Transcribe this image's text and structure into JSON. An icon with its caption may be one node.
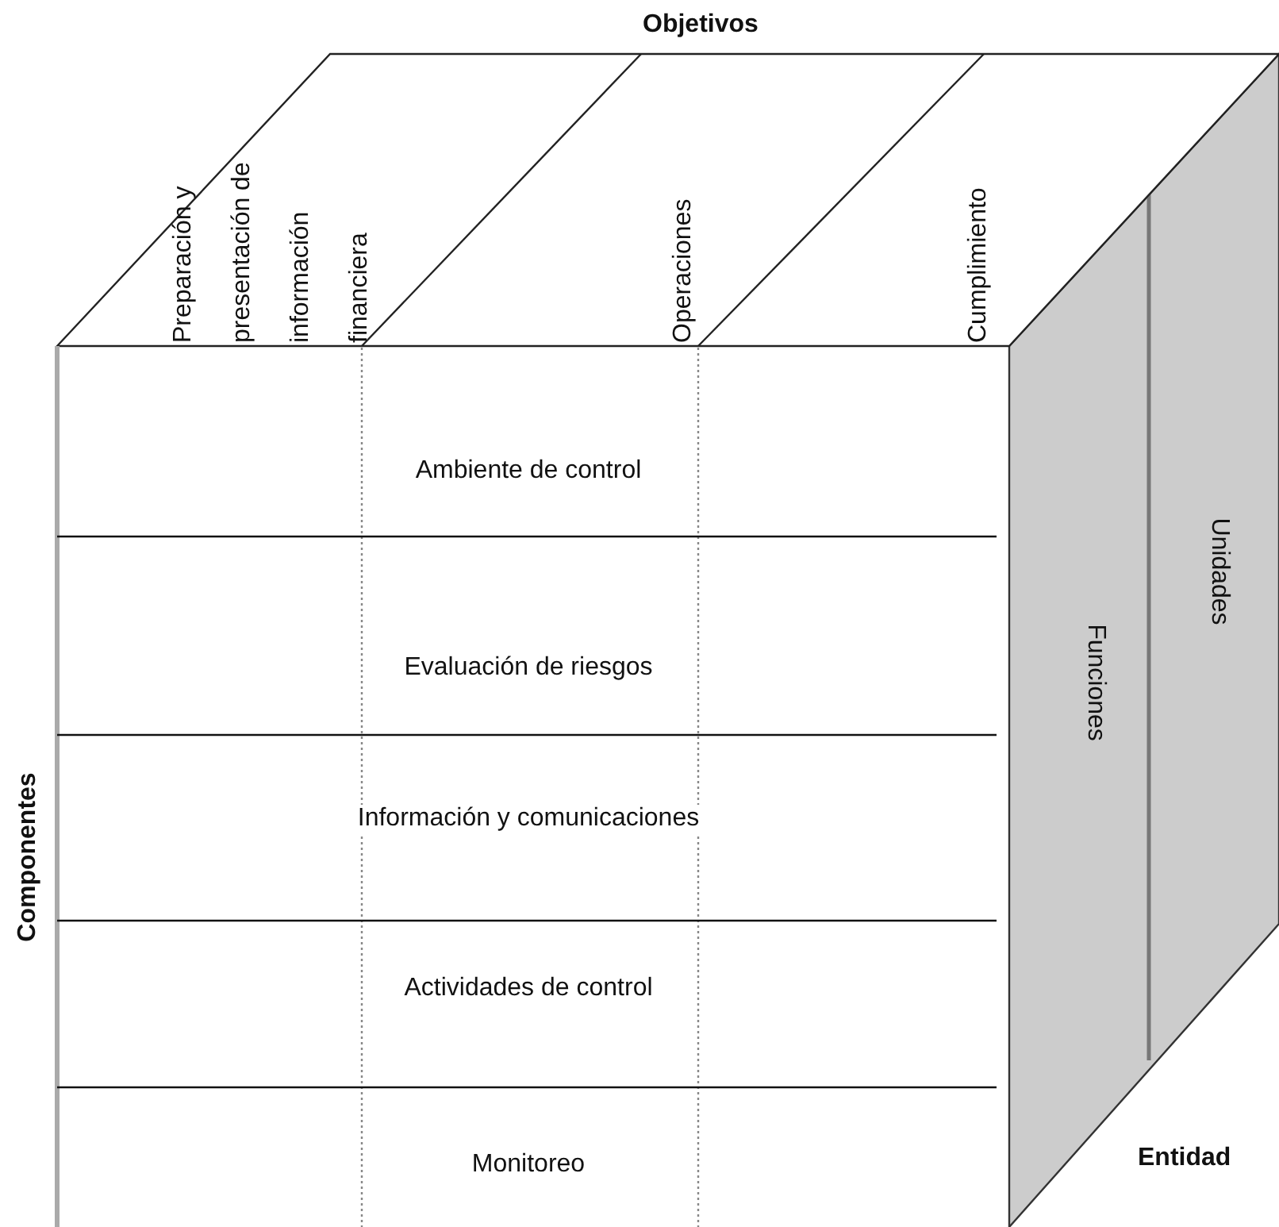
{
  "diagram": {
    "nodes": [
      {
        "text": [
          "Preparación y presentación de información financiera"
        ]
      },
      {
        "text": [
          "Operaciones"
        ]
      },
      {
        "text": [
          "Cumplimiento"
        ]
      },
      {
        "text": [
          "Ambiente de control"
        ]
      },
      {
        "text": [
          "Evaluación de riesgos"
        ]
      },
      {
        "text": [
          "Información y comunicaciones"
        ]
      },
      {
        "text": [
          "Actividades de control"
        ]
      },
      {
        "text": [
          "Monitoreo"
        ]
      },
      {
        "text": [
          "Funciones"
        ]
      },
      {
        "text": [
          "Unidades"
        ]
      }
    ],
    "labels": [
      "Objetivos",
      "Componentes",
      "Entidad"
    ]
  }
}
